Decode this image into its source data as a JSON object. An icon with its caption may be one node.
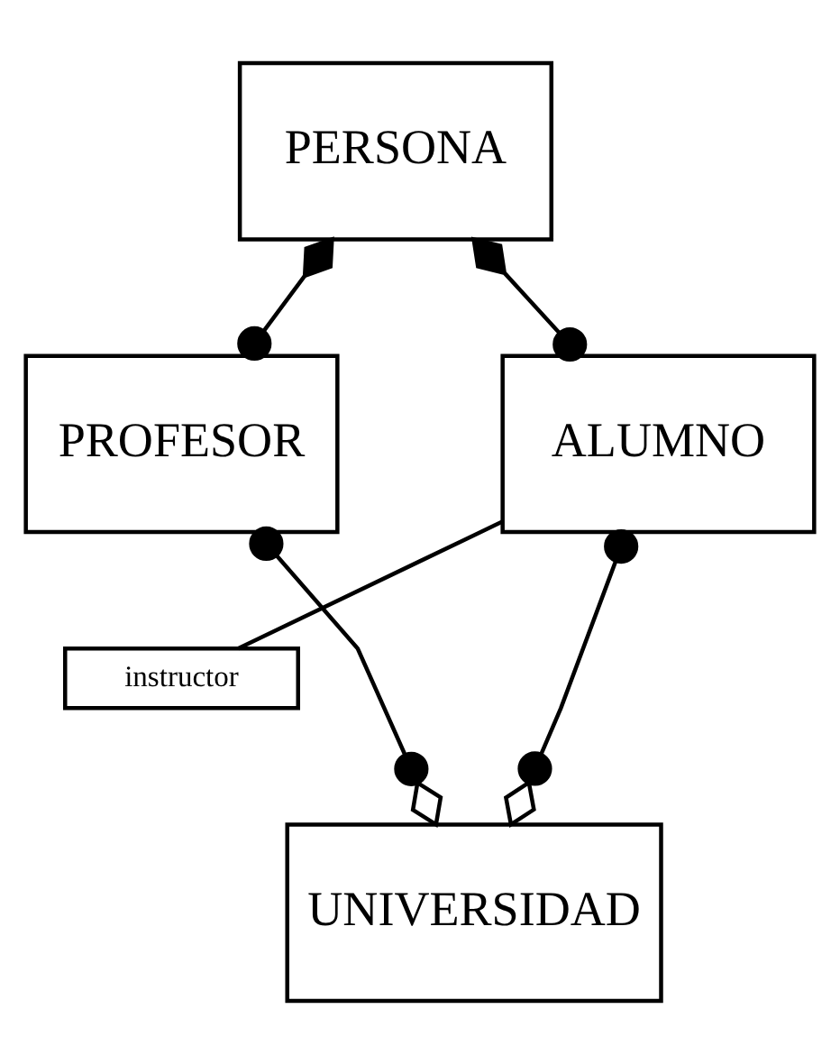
{
  "diagram": {
    "nodes": [
      {
        "text": [
          "PERSONA"
        ]
      },
      {
        "text": [
          "PROFESOR"
        ]
      },
      {
        "text": [
          "ALUMNO"
        ]
      },
      {
        "text": [
          "instructor"
        ]
      },
      {
        "text": [
          "UNIVERSIDAD"
        ]
      }
    ],
    "edges": [
      {
        "from": 0,
        "to": 1,
        "arrow": "other"
      },
      {
        "from": 0,
        "to": 2,
        "arrow": "other"
      },
      {
        "from": 3,
        "to": 2,
        "arrow": "none"
      },
      {
        "from": 1,
        "to": 4,
        "arrow": "other"
      },
      {
        "from": 2,
        "to": 4,
        "arrow": "other"
      }
    ]
  }
}
